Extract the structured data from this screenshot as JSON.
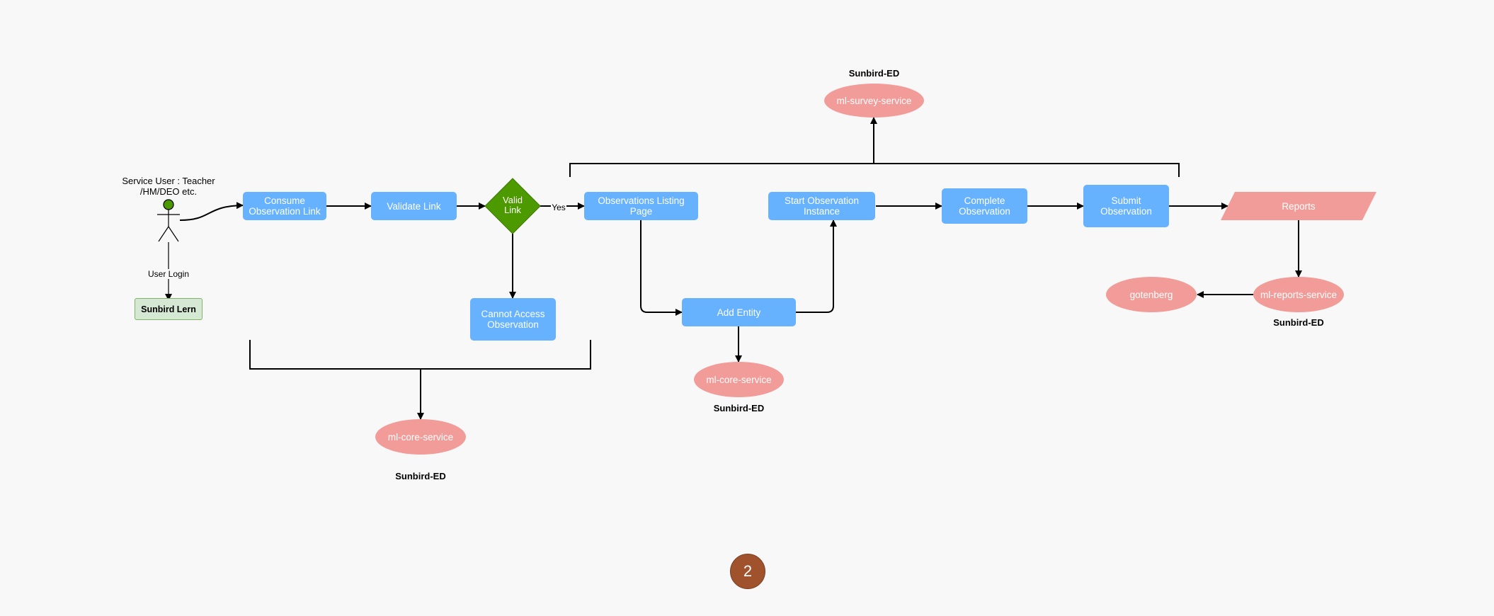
{
  "actor": {
    "label": "Service User : Teacher\n/HM/DEO etc."
  },
  "edges": {
    "login": "User Login",
    "yes": "Yes"
  },
  "nodes": {
    "consume": "Consume\nObservation Link",
    "validate": "Validate  Link",
    "valid_link": "Valid\nLink",
    "cannot_access": "Cannot Access\nObservation",
    "listing": "Observations Listing\nPage",
    "add_entity": "Add Entity",
    "start_instance": "Start Observation\nInstance",
    "complete": "Complete\nObservation",
    "submit": "Submit\nObservation",
    "reports": "Reports",
    "sunbird_lern": "Sunbird Lern"
  },
  "services": {
    "survey": "ml-survey-service",
    "core_entity": "ml-core-service",
    "core_bottom": "ml-core-service",
    "reports": "ml-reports-service",
    "gotenberg": "gotenberg"
  },
  "captions": {
    "survey": "Sunbird-ED",
    "core_entity": "Sunbird-ED",
    "core_bottom": "Sunbird-ED",
    "reports": "Sunbird-ED"
  },
  "page_badge": "2",
  "colors": {
    "process": "#66b2ff",
    "service": "#f19c99",
    "decision": "#4d9900",
    "lern_fill": "#d5e8d4",
    "badge": "#a0522d"
  }
}
